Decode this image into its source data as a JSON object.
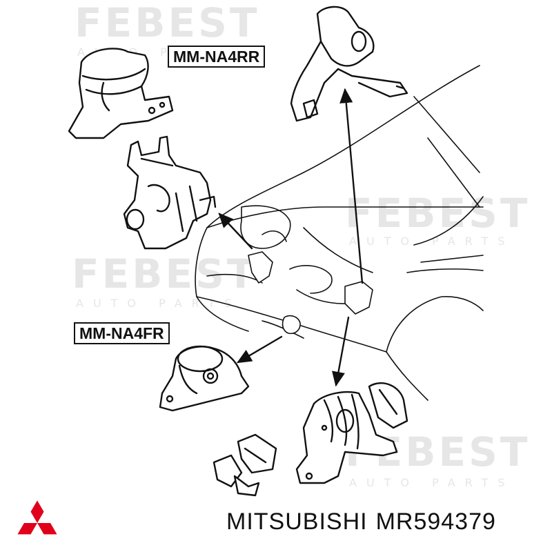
{
  "watermark": {
    "brand": "FEBEST",
    "sub": "AUTO PARTS"
  },
  "labels": {
    "rear_mount": "MM-NA4RR",
    "front_mount": "MM-NA4FR"
  },
  "footer": {
    "manufacturer": "MITSUBISHI",
    "part_number": "MR594379"
  },
  "colors": {
    "ink": "#111111",
    "watermark": "#e6e6e6",
    "logo": "#e0001b"
  }
}
